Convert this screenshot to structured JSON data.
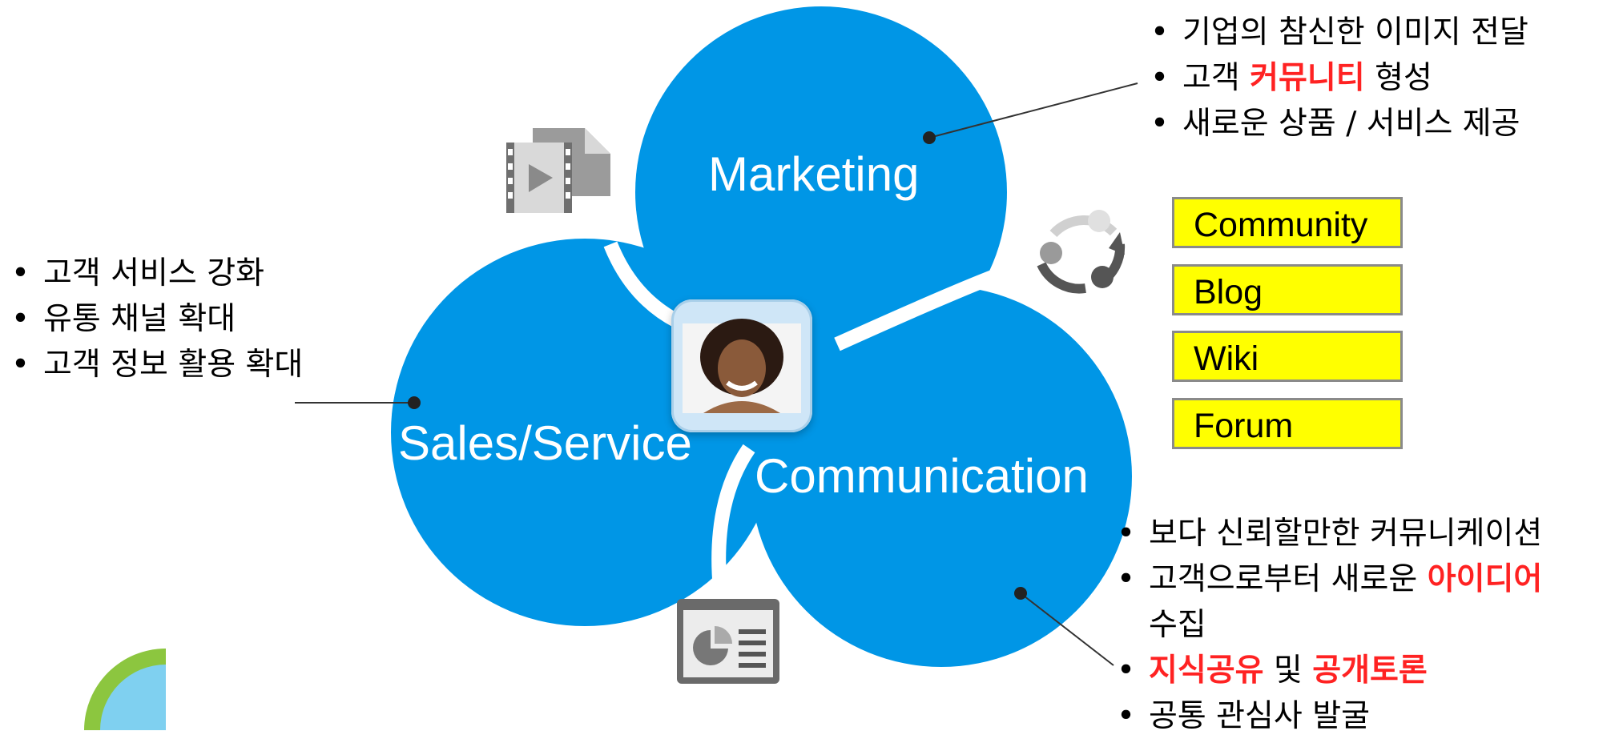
{
  "circles": {
    "marketing": "Marketing",
    "sales": "Sales/Service",
    "communication": "Communication"
  },
  "marketing_points": [
    {
      "pre": "기업의 참신한 이미지 전달",
      "hl": "",
      "post": ""
    },
    {
      "pre": "고객 ",
      "hl": "커뮤니티",
      "post": " 형성"
    },
    {
      "pre": "새로운 상품 / 서비스 제공",
      "hl": "",
      "post": ""
    }
  ],
  "sales_points": [
    "고객 서비스 강화",
    "유통 채널 확대",
    "고객 정보 활용 확대"
  ],
  "communication_points": {
    "line1": "보다 신뢰할만한 커뮤니케이션",
    "line2_pre": "고객으로부터 새로운 ",
    "line2_hl": "아이디어",
    "line2_cont": "수집",
    "line3_hl1": "지식공유",
    "line3_mid": " 및 ",
    "line3_hl2": "공개토론",
    "line4": "공통 관심사 발굴"
  },
  "tags": [
    "Community",
    "Blog",
    "Wiki",
    "Forum"
  ],
  "icons": [
    "video-file-icon",
    "cycle-arrows-icon",
    "presentation-icon",
    "person-photo",
    "logo-corner"
  ],
  "colors": {
    "circle": "#0096e6",
    "tag_fill": "#ffff00",
    "tag_border": "#8a8a8a",
    "highlight": "#ff2222"
  }
}
